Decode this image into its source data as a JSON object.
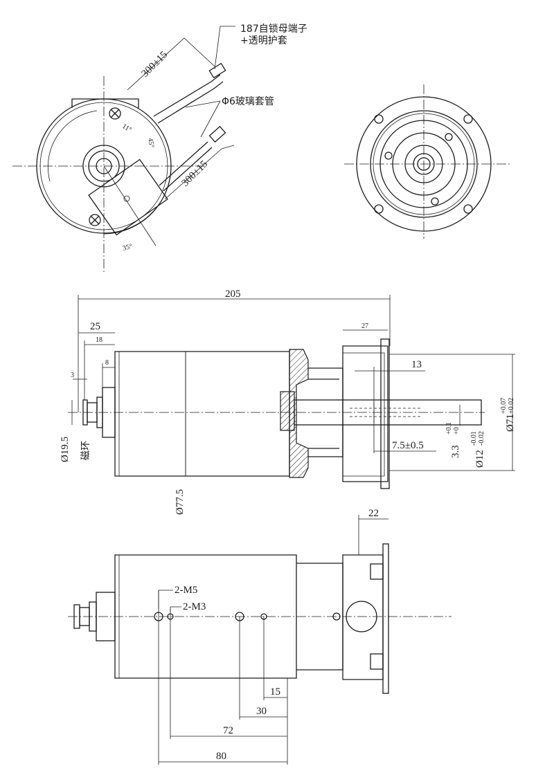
{
  "notes": {
    "terminal_line1": "187自锁母端子",
    "terminal_line2": "+透明护套",
    "sleeve": "Φ6玻璃套管"
  },
  "top_view": {
    "lead_len_1": "300±15",
    "lead_len_2": "300±15",
    "angle_small": "11°",
    "angle_mid": "45°",
    "angle_35": "35°"
  },
  "side_view": {
    "overall": "205",
    "d25": "25",
    "d18": "18",
    "d8": "8",
    "d3": "3",
    "d27": "27",
    "d13": "13",
    "dia_19_5": "Ø19.5",
    "magnet_ring": "磁环",
    "dia_77_5": "Ø77.5",
    "key_7_5": "7.5±0.5",
    "key_3_3": "3.3",
    "key_3_3_tol_up": "+0.1",
    "key_3_3_tol_dn": "+0",
    "shaft_12": "Ø12",
    "shaft_12_tol_up": "-0.01",
    "shaft_12_tol_dn": "-0.02",
    "flange_71": "Ø71",
    "flange_71_tol_up": "+0.07",
    "flange_71_tol_dn": "+0.02"
  },
  "bottom_view": {
    "d22": "22",
    "m5": "2-M5",
    "m3": "2-M3",
    "d15": "15",
    "d30": "30",
    "d72": "72",
    "d80": "80"
  }
}
